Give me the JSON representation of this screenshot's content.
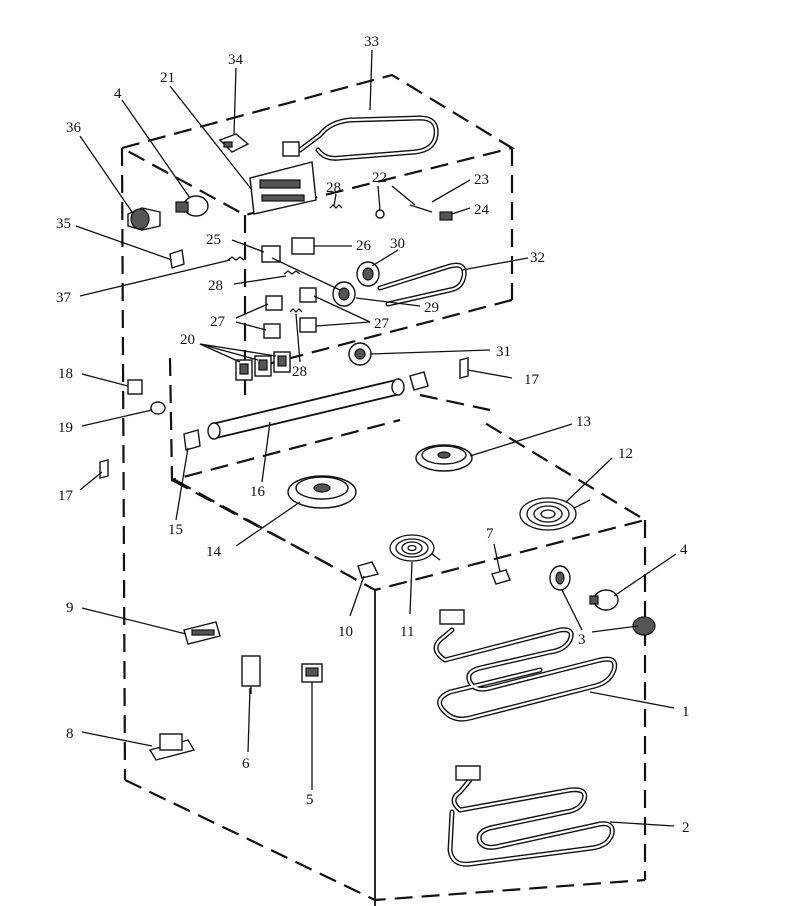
{
  "part_labels": [
    "1",
    "2",
    "3",
    "4",
    "5",
    "6",
    "7",
    "8",
    "9",
    "10",
    "11",
    "12",
    "13",
    "14",
    "15",
    "16",
    "17",
    "18",
    "19",
    "20",
    "21",
    "22",
    "23",
    "24",
    "25",
    "26",
    "27",
    "28",
    "29",
    "30",
    "31",
    "32",
    "33",
    "34",
    "35",
    "36",
    "37"
  ]
}
